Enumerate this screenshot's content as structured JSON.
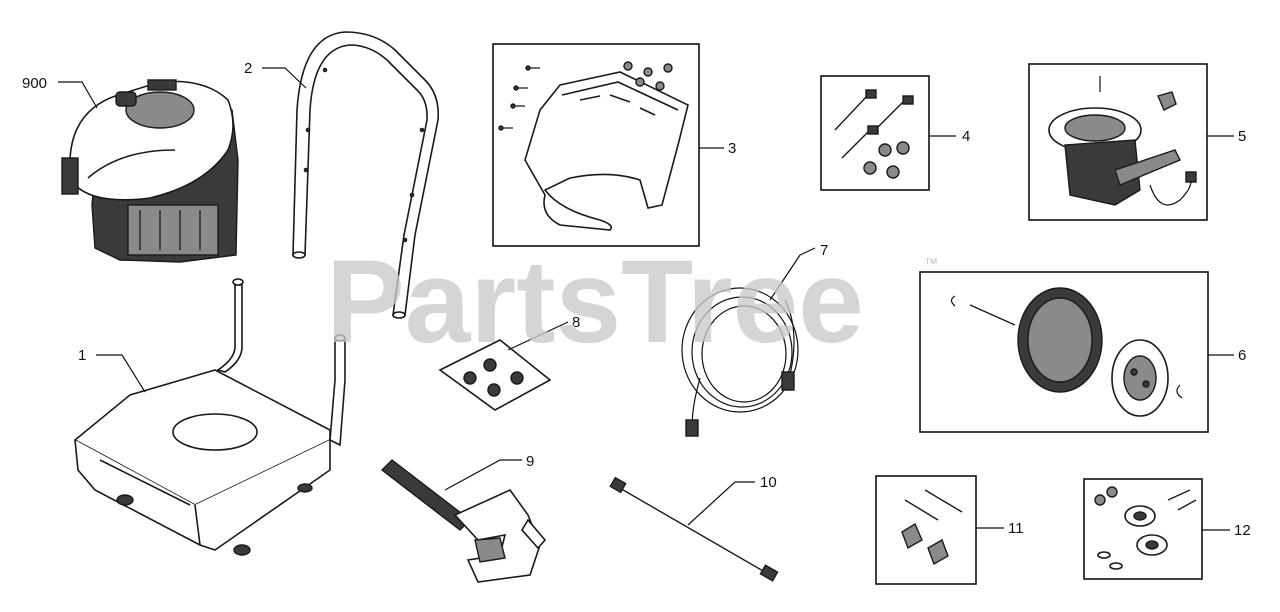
{
  "watermark": {
    "text": "PartsTree",
    "trademark": "™"
  },
  "colors": {
    "line": "#111111",
    "watermark": "#c9c9c9",
    "background": "#ffffff"
  },
  "callouts": {
    "engine": "900",
    "base_frame": "1",
    "handle": "2",
    "bracket_kit": "3",
    "bolt_kit": "4",
    "pump": "5",
    "wheel_kit": "6",
    "hose": "7",
    "nozzle_kit": "8",
    "spray_gun": "9",
    "lance": "10",
    "foot_kit": "11",
    "bearing_kit": "12"
  }
}
